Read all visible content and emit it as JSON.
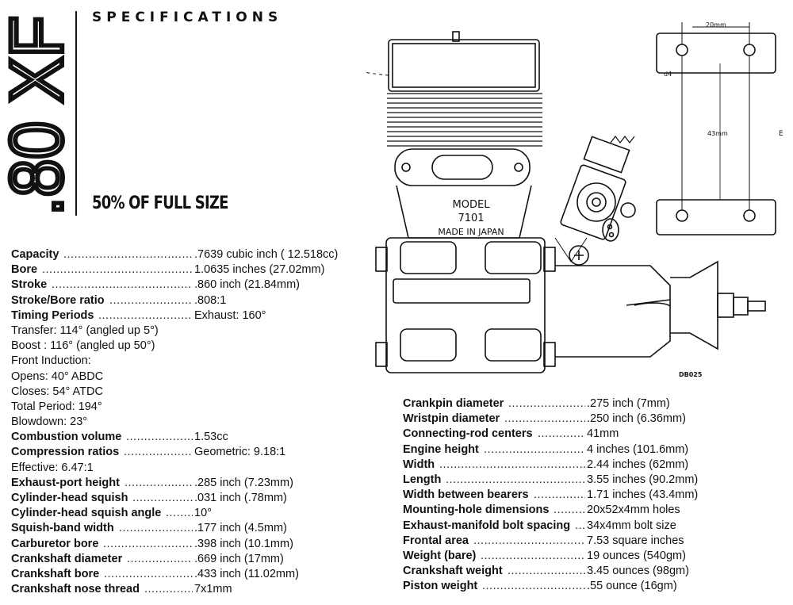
{
  "header": {
    "model_mark": ".80 XF",
    "title": "SPECIFICATIONS",
    "scale_note": "50% OF FULL SIZE"
  },
  "engine_plate": {
    "line1": "MODEL",
    "line2": "7101",
    "line3": "MADE IN JAPAN"
  },
  "mount_drawing": {
    "dim_top": "20mm",
    "dim_middle": "43mm",
    "dim_hole": "d4",
    "side_mark": "E"
  },
  "drawing_code": "DB025",
  "specs_left": [
    {
      "label": "Capacity",
      "value": ".7639 cubic inch ( 12.518cc)"
    },
    {
      "label": "Bore",
      "value": "1.0635 inches (27.02mm)"
    },
    {
      "label": "Stroke",
      "value": ".860 inch (21.84mm)"
    },
    {
      "label": "Stroke/Bore ratio",
      "value": ".808:1"
    },
    {
      "label": "Timing Periods",
      "value": "Exhaust: 160°"
    },
    {
      "label": "",
      "value": "Transfer: 114° (angled up 5°)"
    },
    {
      "label": "",
      "value": "Boost : 116° (angled up 50°)"
    },
    {
      "label": "",
      "value": "Front Induction:"
    },
    {
      "label": "",
      "value": "Opens: 40° ABDC",
      "indent": true
    },
    {
      "label": "",
      "value": "Closes: 54° ATDC",
      "indent": true
    },
    {
      "label": "",
      "value": "Total Period: 194°",
      "indent": true
    },
    {
      "label": "",
      "value": "Blowdown: 23°",
      "indent": true
    },
    {
      "label": "Combustion volume",
      "value": "1.53cc"
    },
    {
      "label": "Compression ratios",
      "value": "Geometric: 9.18:1"
    },
    {
      "label": "",
      "value": "Effective: 6.47:1"
    },
    {
      "label": "Exhaust-port height",
      "value": ".285 inch (7.23mm)"
    },
    {
      "label": "Cylinder-head squish",
      "value": ".031 inch (.78mm)"
    },
    {
      "label": "Cylinder-head squish angle",
      "value": "10°"
    },
    {
      "label": "Squish-band width",
      "value": ".177 inch (4.5mm)"
    },
    {
      "label": "Carburetor bore",
      "value": ".398 inch (10.1mm)"
    },
    {
      "label": "Crankshaft diameter",
      "value": ".669 inch (17mm)"
    },
    {
      "label": "Crankshaft bore",
      "value": ".433 inch (11.02mm)"
    },
    {
      "label": "Crankshaft nose thread",
      "value": "7x1mm"
    }
  ],
  "specs_right": [
    {
      "label": "Crankpin diameter",
      "value": ".275 inch (7mm)"
    },
    {
      "label": "Wristpin diameter",
      "value": ".250 inch (6.36mm)"
    },
    {
      "label": "Connecting-rod centers",
      "value": "41mm"
    },
    {
      "label": "Engine height",
      "value": "4 inches (101.6mm)"
    },
    {
      "label": "Width",
      "value": "2.44 inches (62mm)"
    },
    {
      "label": "Length",
      "value": "3.55 inches (90.2mm)"
    },
    {
      "label": "Width between bearers",
      "value": "1.71 inches (43.4mm)"
    },
    {
      "label": "Mounting-hole dimensions",
      "value": "20x52x4mm holes"
    },
    {
      "label": "Exhaust-manifold bolt spacing",
      "value": "34x4mm bolt size"
    },
    {
      "label": "Frontal area",
      "value": "7.53 square inches"
    },
    {
      "label": "Weight (bare)",
      "value": "19 ounces (540gm)"
    },
    {
      "label": "Crankshaft weight",
      "value": "3.45 ounces (98gm)"
    },
    {
      "label": "Piston weight",
      "value": ".55 ounce (16gm)"
    }
  ]
}
